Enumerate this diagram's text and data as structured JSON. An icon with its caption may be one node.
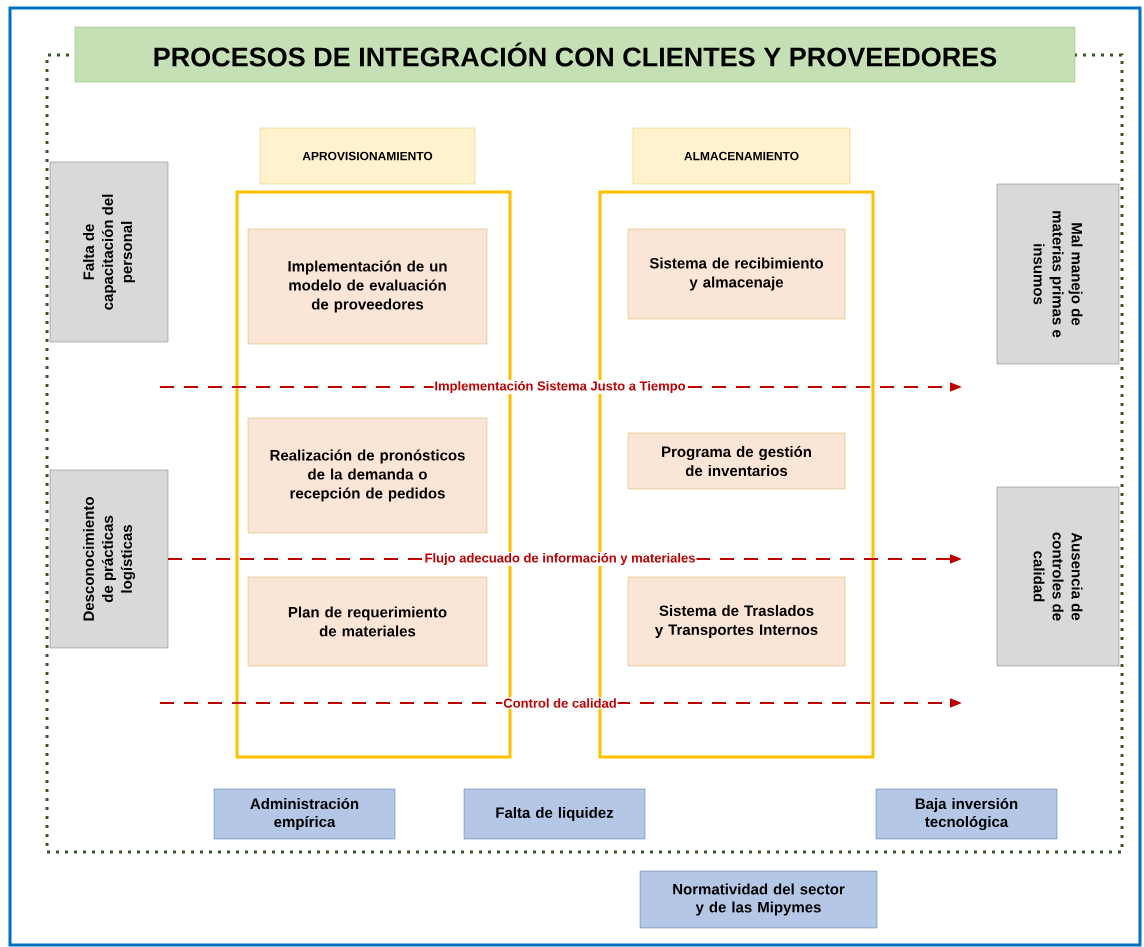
{
  "diagram": {
    "title": "PROCESOS DE INTEGRACIÓN CON CLIENTES Y PROVEEDORES",
    "nodes": [
      {
        "text": [],
        "shape": "box"
      },
      {
        "text": [
          "APROVISIONAMIENTO"
        ],
        "in": 0
      },
      {
        "text": [
          "ALMACENAMIENTO"
        ],
        "in": 0
      },
      {
        "text": [],
        "shape": "box",
        "in": 0
      },
      {
        "text": [],
        "shape": "box",
        "in": 0
      },
      {
        "text": [
          "Implementación de un modelo de evaluación de proveedores"
        ],
        "in": 3
      },
      {
        "text": [
          "Realización de pronósticos de la demanda o recepción de pedidos"
        ],
        "in": 3
      },
      {
        "text": [
          "Plan de requerimiento de materiales"
        ],
        "in": 3
      },
      {
        "text": [
          "Sistema de recibimiento y almacenaje"
        ],
        "in": 4
      },
      {
        "text": [
          "Programa de gestión de inventarios"
        ],
        "in": 4
      },
      {
        "text": [
          "Sistema de Traslados y Transportes Internos"
        ],
        "in": 4
      },
      {
        "text": [
          "Falta de capacitación del personal"
        ],
        "in": 0
      },
      {
        "text": [
          "Desconocimiento de prácticas logísticas"
        ],
        "in": 0
      },
      {
        "text": [
          "Mal manejo de materias primas e insumos"
        ],
        "in": 0
      },
      {
        "text": [
          "Ausencia de controles de calidad"
        ],
        "in": 0
      },
      {
        "text": [
          "Administración empírica"
        ],
        "in": 0
      },
      {
        "text": [
          "Falta de liquidez"
        ],
        "in": 0
      },
      {
        "text": [
          "Baja inversión tecnológica"
        ],
        "in": 0
      },
      {
        "text": [
          "Normatividad del sector y de las Mipymes"
        ]
      }
    ],
    "labels": [
      "Implementación Sistema Justo a Tiempo",
      "Flujo adecuado de información y materiales",
      "Control de calidad"
    ]
  }
}
